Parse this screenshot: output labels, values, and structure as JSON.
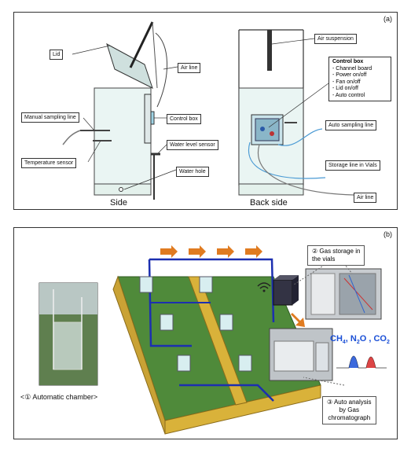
{
  "panel_a": {
    "tag": "(a)",
    "side_caption": "Side",
    "back_caption": "Back side",
    "labels": {
      "lid": "Lid",
      "air_line_top": "Air line",
      "manual_sampling": "Manual sampling line",
      "control_box_side": "Control box",
      "water_level": "Water level sensor",
      "temperature": "Temperature  sensor",
      "water_hole": "Water hole",
      "air_suspension": "Air suspension",
      "auto_sampling": "Auto sampling line",
      "storage_line": "Storage line in Vials",
      "air_line_bottom": "Air line"
    },
    "control_box": {
      "title": "Control box",
      "items": [
        "- Channel board",
        "- Power on/off",
        "- Fan on/off",
        "- Lid on/off",
        "- Auto control"
      ]
    }
  },
  "panel_b": {
    "tag": "(b)",
    "automatic_chamber": "<① Automatic chamber>",
    "gas_storage_line1": "② Gas storage in",
    "gas_storage_line2": "the vials",
    "auto_analysis_line1": "③ Auto analysis",
    "auto_analysis_line2": "by Gas",
    "auto_analysis_line3": "chromatograph",
    "gases": {
      "ch": "CH",
      "ch_sub": "4",
      "n2o_a": ", N",
      "n2o_sub": "2",
      "n2o_b": "O , CO",
      "co2_sub": "2"
    },
    "colors": {
      "ch4": "#1a4fd6",
      "n2o": "#d62424",
      "arrow": "#e07b20",
      "pipe": "#1c2fb0",
      "field": "#d9b23a"
    }
  }
}
